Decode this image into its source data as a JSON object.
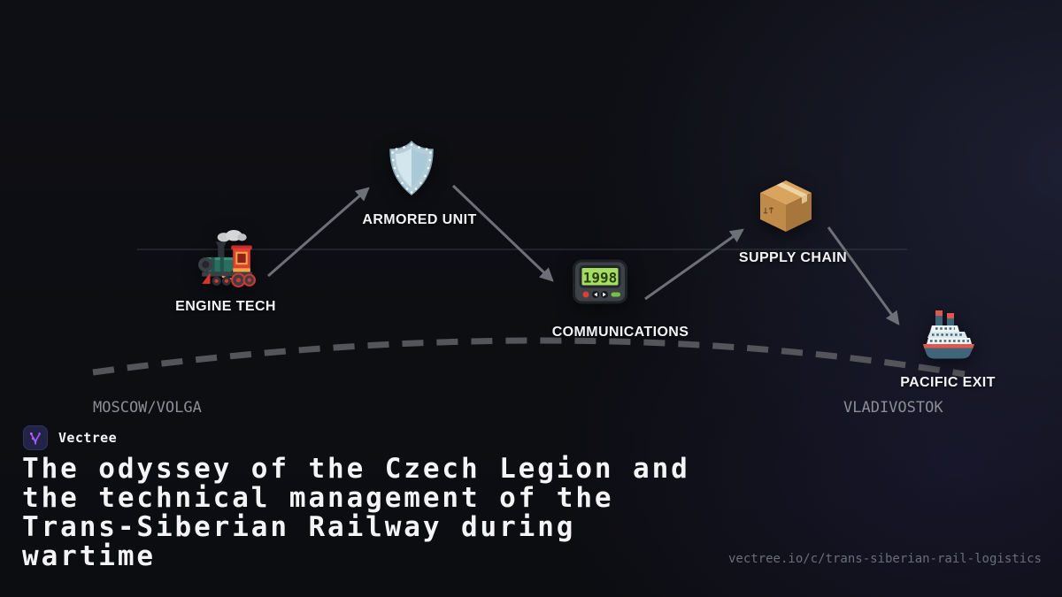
{
  "brand": {
    "name": "Vectree"
  },
  "diagram": {
    "start_region_label": "MOSCOW/VOLGA",
    "end_region_label": "VLADIVOSTOK",
    "pager_display": "1998",
    "stations": [
      {
        "label": "ENGINE TECH",
        "icon": "locomotive-icon"
      },
      {
        "label": "ARMORED UNIT",
        "icon": "shield-icon"
      },
      {
        "label": "COMMUNICATIONS",
        "icon": "pager-icon"
      },
      {
        "label": "SUPPLY CHAIN",
        "icon": "package-icon"
      },
      {
        "label": "PACIFIC EXIT",
        "icon": "ship-icon"
      }
    ]
  },
  "title": {
    "lines": [
      "The odyssey of the Czech Legion and",
      "the technical management of the",
      "Trans-Siberian Railway during",
      "wartime"
    ],
    "text": "The odyssey of the Czech Legion and the technical management of the Trans-Siberian Railway during wartime"
  },
  "footer": {
    "url": "vectree.io/c/trans-siberian-rail-logistics"
  },
  "colors": {
    "background": "#0e0f14",
    "glow_navy": "#1d1f33",
    "arrow": "#6d7076",
    "route_dash": "#53555a",
    "track_line": "#343842",
    "station_label": "#f2f3f5",
    "muted_label": "#8b8e95",
    "url_text": "#6a6e79",
    "title_text": "#f4f4f6",
    "lcd_green": "#a6dc60",
    "brand_purple": "#a35cf0"
  }
}
